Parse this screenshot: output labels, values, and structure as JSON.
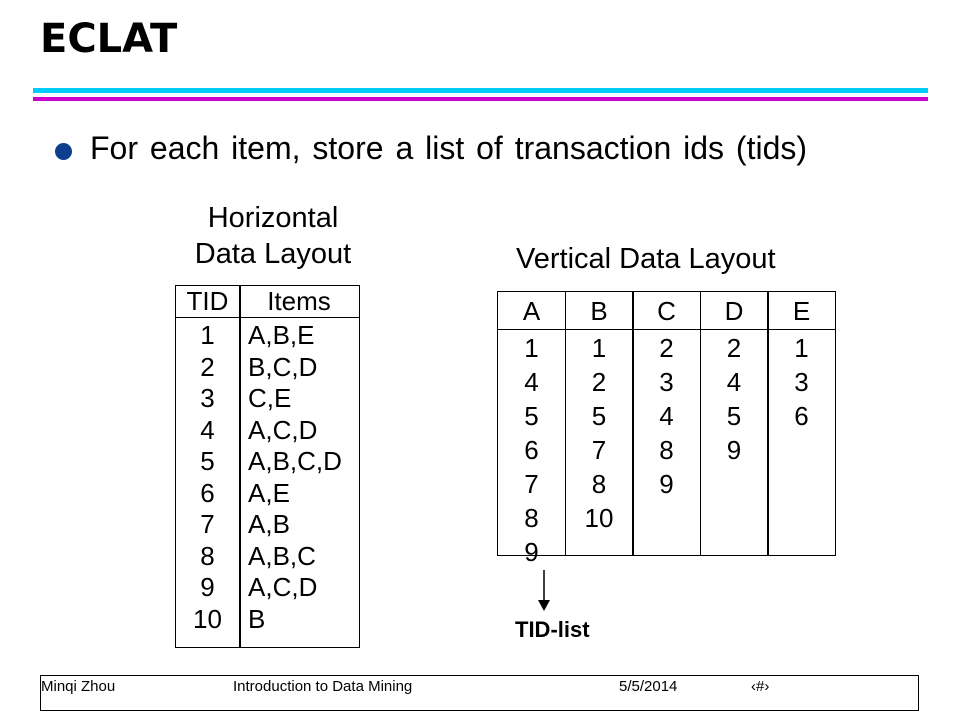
{
  "slide": {
    "title": "ECLAT",
    "bullet": "For each item, store a list of transaction ids (tids)"
  },
  "horizontal": {
    "caption_line1": "Horizontal",
    "caption_line2": "Data Layout",
    "headers": [
      "TID",
      "Items"
    ],
    "rows": [
      [
        "1",
        "A,B,E"
      ],
      [
        "2",
        "B,C,D"
      ],
      [
        "3",
        "C,E"
      ],
      [
        "4",
        "A,C,D"
      ],
      [
        "5",
        "A,B,C,D"
      ],
      [
        "6",
        "A,E"
      ],
      [
        "7",
        "A,B"
      ],
      [
        "8",
        "A,B,C"
      ],
      [
        "9",
        "A,C,D"
      ],
      [
        "10",
        "B"
      ]
    ]
  },
  "vertical": {
    "caption": "Vertical Data Layout",
    "headers": [
      "A",
      "B",
      "C",
      "D",
      "E"
    ],
    "columns": [
      [
        "1",
        "4",
        "5",
        "6",
        "7",
        "8",
        "9"
      ],
      [
        "1",
        "2",
        "5",
        "7",
        "8",
        "10"
      ],
      [
        "2",
        "3",
        "4",
        "8",
        "9"
      ],
      [
        "2",
        "4",
        "5",
        "9"
      ],
      [
        "1",
        "3",
        "6"
      ]
    ]
  },
  "tid_list_label": "TID-list",
  "footer": {
    "author": "Minqi Zhou",
    "course": "Introduction to Data Mining",
    "date": "5/5/2014",
    "page": "‹#›"
  },
  "colors": {
    "rule_cyan": "#00CCFF",
    "rule_magenta": "#CC00CC",
    "bullet": "#0D3F8C"
  }
}
